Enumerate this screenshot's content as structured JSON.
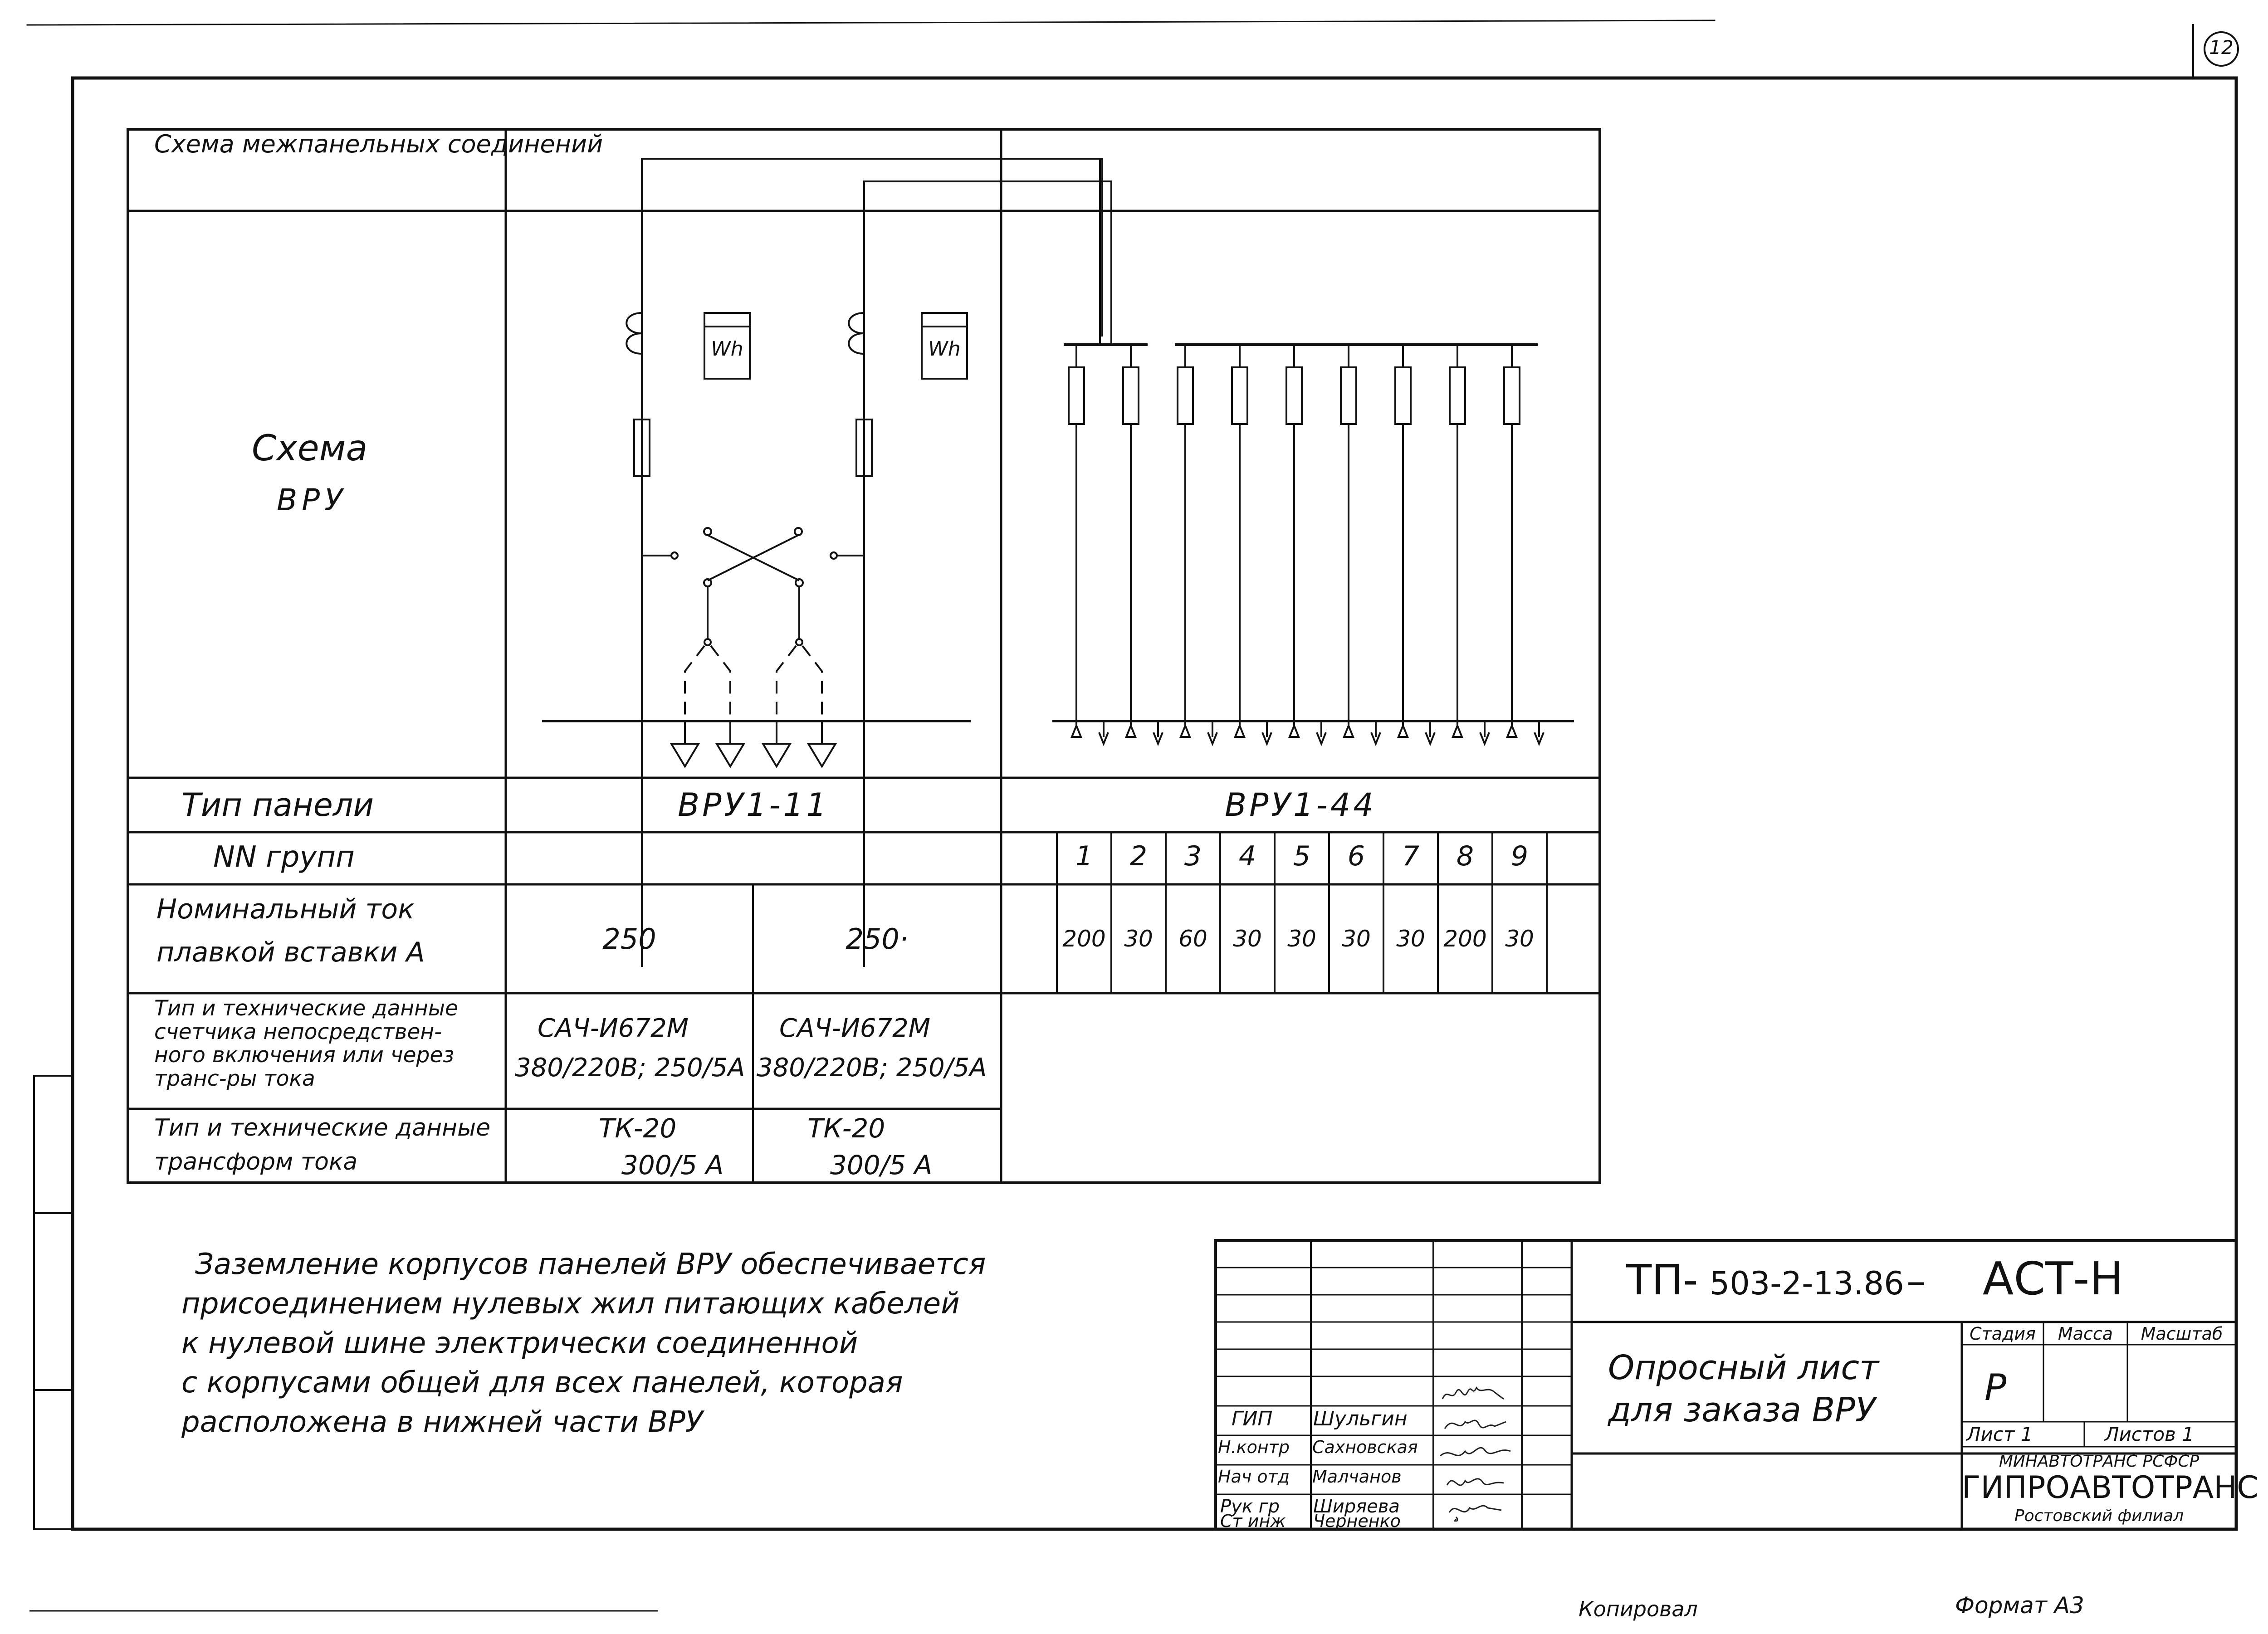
{
  "sheet_number": "12",
  "schema_table": {
    "row_interpanel_label": "Схема межпанельных соединений",
    "row_schema_label_line1": "Схема",
    "row_schema_label_line2": "ВРУ",
    "row_panel_type_label": "Тип панели",
    "panel_type_left": "ВРУ1-11",
    "panel_type_right": "ВРУ1-44",
    "row_groups_label": "NN групп",
    "groups": [
      "1",
      "2",
      "3",
      "4",
      "5",
      "6",
      "7",
      "8",
      "9"
    ],
    "row_current_label_line1": "Номинальный ток",
    "row_current_label_line2": "плавкой вставки А",
    "current_left_1": "250",
    "current_left_2": "250·",
    "group_currents": [
      "200",
      "30",
      "60",
      "30",
      "30",
      "30",
      "30",
      "200",
      "30"
    ],
    "row_meter_label": [
      "Тип и технические данные",
      "счетчика непосредствен-",
      "ного включения или через",
      "транс-ры тока"
    ],
    "meter_1": [
      "САЧ-И672М",
      "380/220В; 250/5А"
    ],
    "meter_2": [
      "САЧ-И672М",
      "380/220В; 250/5А"
    ],
    "row_ct_label": [
      "Тип и технические данные",
      "трансформ тока"
    ],
    "ct_1": [
      "ТК-20",
      "300/5 А"
    ],
    "ct_2": [
      "ТК-20",
      "300/5 А"
    ],
    "meter_symbol": "Wh"
  },
  "note": [
    "Заземление корпусов панелей ВРУ обеспечивается",
    "присоединением нулевых жил питающих кабелей",
    "к нулевой шине электрически соединенной",
    "с корпусами общей для всех панелей, которая",
    "расположена в нижней части ВРУ"
  ],
  "title_block": {
    "code_prefix": "ТП-",
    "code_number": "503-2-13.86",
    "code_dash": "–",
    "code_suffix": "АСТ-Н",
    "title_line1": "Опросный лист",
    "title_line2": "для заказа ВРУ",
    "stage_label": "Стадия",
    "mass_label": "Масса",
    "scale_label": "Масштаб",
    "stage_value": "Р",
    "sheet_label": "Лист 1",
    "sheets_label": "Листов 1",
    "org_line1": "МИНАВТОТРАНС РСФСР",
    "org_line2": "ГИПРОАВТОТРАНС",
    "org_line3": "Ростовский филиал",
    "roles": [
      {
        "role": "ГИП",
        "name": "Шульгин"
      },
      {
        "role": "Н.контр",
        "name": "Сахновская"
      },
      {
        "role": "Нач отд",
        "name": "Малчанов"
      },
      {
        "role": "Рук гр",
        "name": "Ширяева"
      },
      {
        "role": "Ст инж",
        "name": "Черненко"
      }
    ]
  },
  "footer_copied": "Копировал",
  "footer_format": "Формат А3"
}
